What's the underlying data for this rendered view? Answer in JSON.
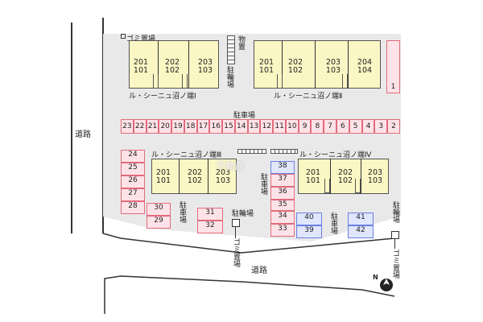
{
  "labels": {
    "road_west": "道路",
    "road_south": "道路",
    "parking_center": "駐車場",
    "trash_top": "ゴミ置場",
    "trash_bottom1": "ゴミ置場",
    "trash_bottom2": "ゴミ置場",
    "storage": "物置",
    "bike_top": "駐輪場",
    "bike_mid": "駐輪場",
    "bike_right": "駐輪場",
    "parking_v1": "駐車場",
    "parking_v2": "駐車場",
    "parking_v3": "駐車場",
    "watermark": "不動産"
  },
  "buildings": [
    {
      "name": "ル・シーニュ沼ノ端Ⅰ",
      "units": [
        [
          "201",
          "101"
        ],
        [
          "202",
          "102"
        ],
        [
          "203",
          "103"
        ]
      ]
    },
    {
      "name": "ル・シーニュ沼ノ端Ⅱ",
      "units": [
        [
          "201",
          "101"
        ],
        [
          "202",
          "102"
        ],
        [
          "203",
          "103"
        ],
        [
          "204",
          "104"
        ]
      ]
    },
    {
      "name": "ル・シーニュ沼ノ端Ⅲ",
      "units": [
        [
          "201",
          "101"
        ],
        [
          "202",
          "102"
        ],
        [
          "203",
          "103"
        ]
      ]
    },
    {
      "name": "ル・シーニュ沼ノ端Ⅳ",
      "units": [
        [
          "201",
          "101"
        ],
        [
          "202",
          "102"
        ],
        [
          "203",
          "103"
        ]
      ]
    }
  ],
  "parking_row": [
    "23",
    "22",
    "21",
    "20",
    "19",
    "18",
    "17",
    "16",
    "15",
    "14",
    "13",
    "12",
    "11",
    "10",
    "9",
    "8",
    "7",
    "6",
    "5",
    "4",
    "3",
    "2"
  ],
  "parking_left": [
    "24",
    "25",
    "26",
    "27",
    "28"
  ],
  "parking_misc": {
    "s1": "1",
    "s30": "30",
    "s29": "29",
    "s31": "31",
    "s32": "32",
    "s38": "38",
    "s37": "37",
    "s36": "36",
    "s35": "35",
    "s34": "34",
    "s33": "33",
    "s40": "40",
    "s39": "39",
    "s41": "41",
    "s42": "42"
  },
  "compass": "N",
  "colors": {
    "building": "#fbf7c4",
    "parking_pink": "#fde3e7",
    "parking_blue": "#dfe6fd",
    "lot": "#e9e9ea"
  }
}
